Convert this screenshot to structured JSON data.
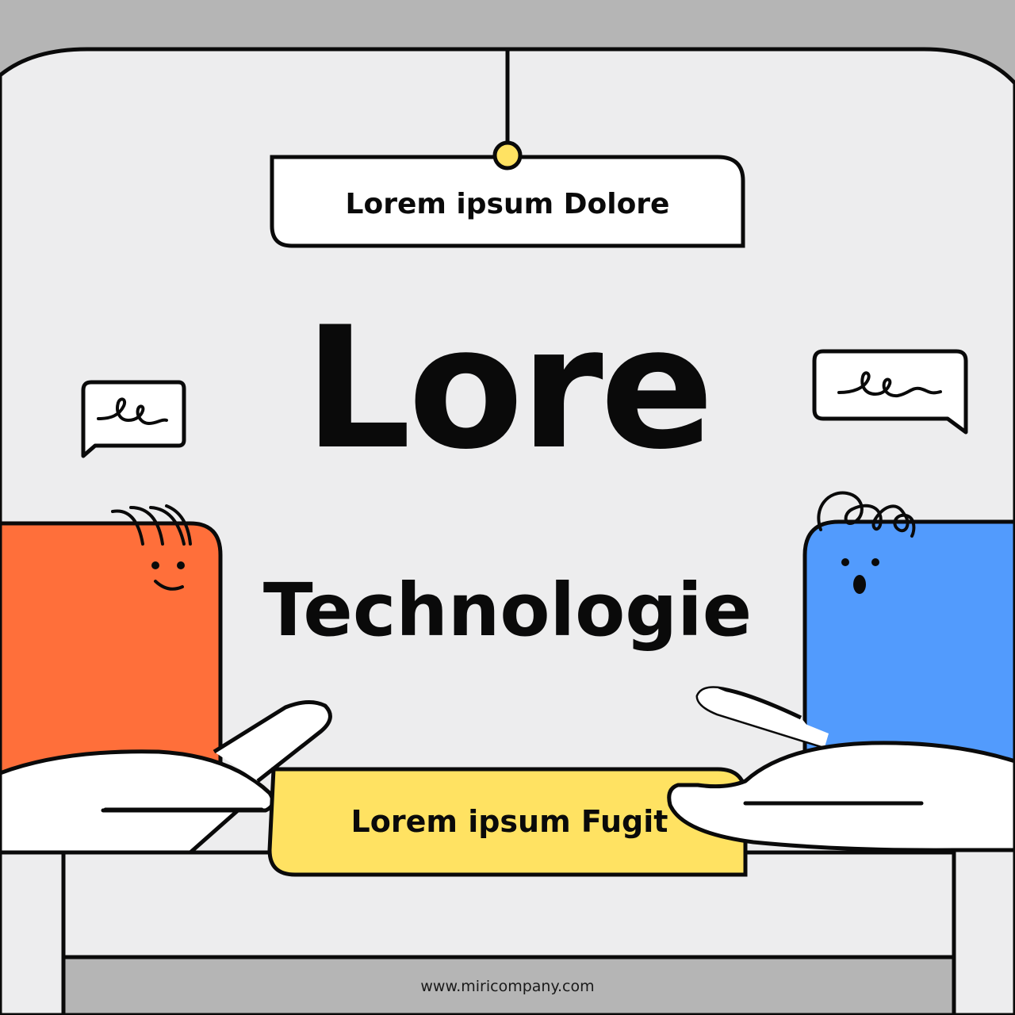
{
  "hanging_sign": {
    "label": "Lorem ipsum Dolore"
  },
  "headline": {
    "title": "Lore",
    "subtitle": "Technologie"
  },
  "cta": {
    "label": "Lorem ipsum Fugit"
  },
  "footer": {
    "url": "www.miricompany.com"
  },
  "colors": {
    "background_outer": "#b5b5b5",
    "panel": "#ededee",
    "ink": "#0a0a0a",
    "orange_character": "#ff6f3a",
    "blue_character": "#529bfd",
    "yellow_button": "#ffe262",
    "white": "#ffffff"
  }
}
